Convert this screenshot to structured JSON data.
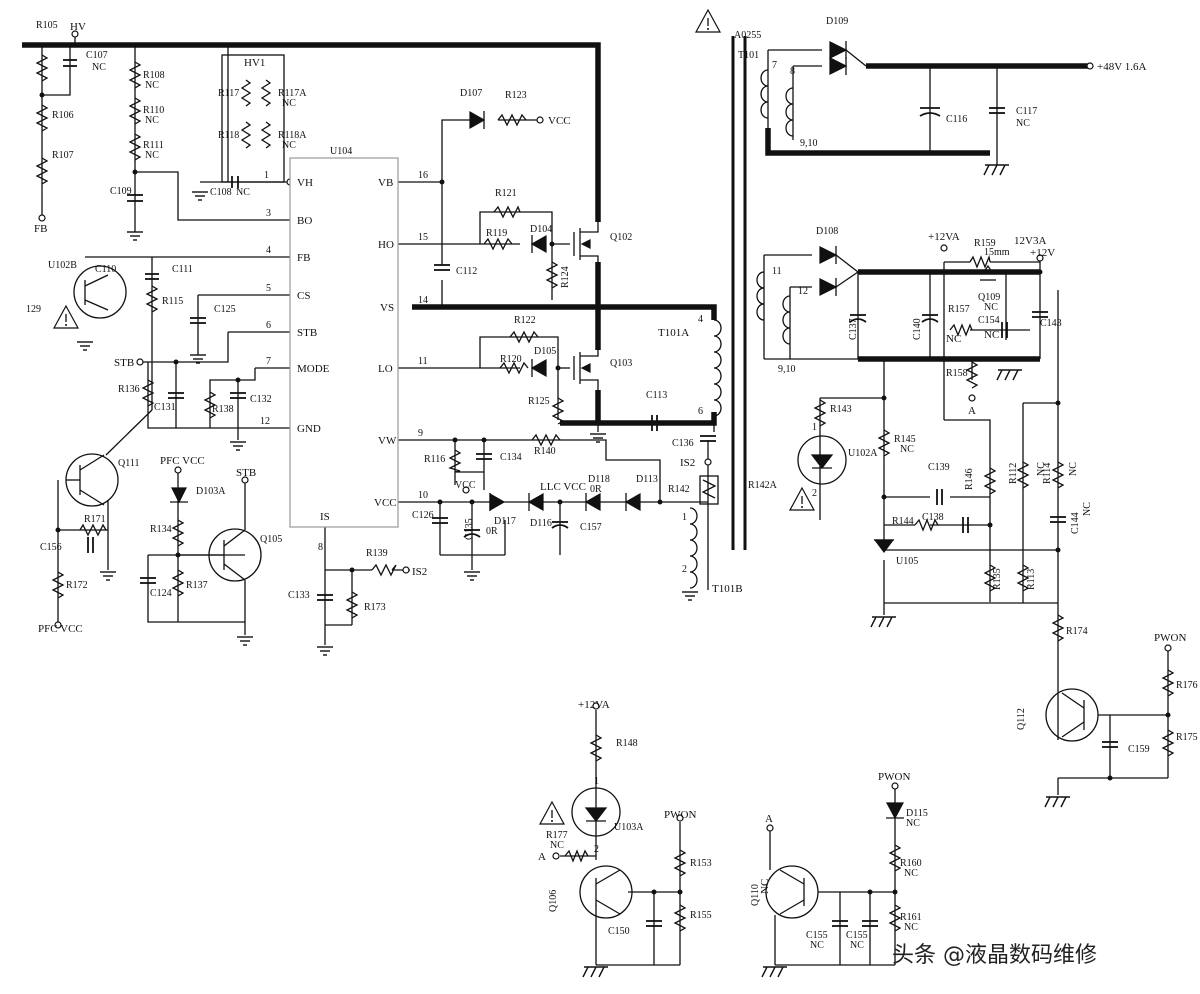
{
  "ic_u104": {
    "name": "U104",
    "pins_left": [
      {
        "num": "",
        "label": "VH"
      },
      {
        "num": "3",
        "label": "BO"
      },
      {
        "num": "4",
        "label": "FB"
      },
      {
        "num": "5",
        "label": "CS"
      },
      {
        "num": "6",
        "label": "STB"
      },
      {
        "num": "7",
        "label": "MODE"
      },
      {
        "num": "12",
        "label": "GND"
      }
    ],
    "pins_right": [
      {
        "num": "16",
        "label": "VB"
      },
      {
        "num": "15",
        "label": "HO"
      },
      {
        "num": "14",
        "label": "VS"
      },
      {
        "num": "11",
        "label": "LO"
      },
      {
        "num": "9",
        "label": "VW"
      },
      {
        "num": "10",
        "label": "VCC"
      }
    ],
    "pin_is": {
      "num": "8",
      "label": "IS"
    }
  },
  "nets": {
    "hv": "HV",
    "fb": "FB",
    "vcc_a": "VCC",
    "vcc_b": "VCC",
    "llc_vcc": "LLC VCC",
    "pfc_vcc_top": "PFC VCC",
    "pfc_vcc_bottom": "PFC VCC",
    "stb_a": "STB",
    "stb_b": "STB",
    "is2_a": "IS2",
    "is2_b": "IS2",
    "v48": "+48V 1.6A",
    "v12va_top": "+12VA",
    "v12va_bottom": "+12VA",
    "v12v": "+12V",
    "v12v3a": "12V3A",
    "pwon_a": "PWON",
    "pwon_b": "PWON",
    "pwon_c": "PWON",
    "a_net_1": "A",
    "a_net_2": "A",
    "a_net_3": "A",
    "hv1": "HV1",
    "a0255": "A0255",
    "num_129": "129"
  },
  "labels": {
    "R105": "R105",
    "C107": "C107",
    "C107_nc": "NC",
    "R106": "R106",
    "R107": "R107",
    "R108": "R108",
    "R108_nc": "NC",
    "R110": "R110",
    "R110_nc": "NC",
    "R111": "R111",
    "R111_nc": "NC",
    "C109": "C109",
    "R117": "R117",
    "R117A": "R117A",
    "R117A_nc": "NC",
    "R118": "R118",
    "R118A": "R118A",
    "R118A_nc": "NC",
    "C108": "C108",
    "C108_nc": "NC",
    "pin1": "1",
    "U102B": "U102B",
    "C110": "C110",
    "C111": "C111",
    "R115": "R115",
    "C125": "C125",
    "R136": "R136",
    "C131": "C131",
    "R138": "R138",
    "C132": "C132",
    "Q111": "Q111",
    "R171": "R171",
    "C156": "C156",
    "R172": "R172",
    "D103A": "D103A",
    "R134": "R134",
    "C124": "C124",
    "R137": "R137",
    "Q105": "Q105",
    "D107": "D107",
    "R123": "R123",
    "R121": "R121",
    "R119": "R119",
    "D104": "D104",
    "R124": "R124",
    "Q102": "Q102",
    "C112": "C112",
    "R122": "R122",
    "R120": "R120",
    "D105": "D105",
    "Q103": "Q103",
    "R125": "R125",
    "C113": "C113",
    "T101A": "T101A",
    "t101a_4": "4",
    "t101a_6": "6",
    "C136": "C136",
    "R116": "R116",
    "C134": "C134",
    "R140": "R140",
    "D118": "D118",
    "D118_0r": "0R",
    "D113": "D113",
    "R142": "R142",
    "R142A": "R142A",
    "C126": "C126",
    "C135": "C135",
    "D117": "D117",
    "D117_0r": "0R",
    "D116": "D116",
    "C157": "C157",
    "T101B": "T101B",
    "t101b_1": "1",
    "t101b_2": "2",
    "R139": "R139",
    "C133": "C133",
    "R173": "R173",
    "T101": "T101",
    "D109": "D109",
    "C116": "C116",
    "C117": "C117",
    "C117_nc": "NC",
    "t7": "7",
    "t8": "8",
    "t910_a": "9,10",
    "D108": "D108",
    "R159": "R159",
    "R159_15mm": "15mm",
    "Q109": "Q109",
    "Q109_nc": "NC",
    "C137": "C137",
    "C140": "C140",
    "R157": "R157",
    "R157_nc": "NC",
    "C154": "C154",
    "C154_nc": "NC",
    "C143": "C143",
    "t11": "11",
    "t12": "12",
    "t910_b": "9,10",
    "R158": "R158",
    "R143": "R143",
    "U102A": "U102A",
    "u102a_1": "1",
    "u102a_2": "2",
    "R145": "R145",
    "R145_nc": "NC",
    "C139": "C139",
    "R146": "R146",
    "R144": "R144",
    "C138": "C138",
    "U105": "U105",
    "R112": "R112",
    "R112_nc": "NC",
    "R114": "R114",
    "R114_nc": "NC",
    "C144": "C144",
    "C144_nc": "NC",
    "R135": "R135",
    "R113": "R113",
    "R174": "R174",
    "Q112": "Q112",
    "C159": "C159",
    "R176": "R176",
    "R175": "R175",
    "R148": "R148",
    "U103A": "U103A",
    "u103a_1": "1",
    "u103a_2": "2",
    "R177": "R177",
    "R177_nc": "NC",
    "Q106": "Q106",
    "C150": "C150",
    "R153": "R153",
    "R155": "R155",
    "Q110": "Q110",
    "Q110_nc": "NC",
    "D115": "D115",
    "D115_nc": "NC",
    "R160": "R160",
    "R160_nc": "NC",
    "R161": "R161",
    "R161_nc": "NC",
    "C155": "C155",
    "C155_nc": "NC",
    "C155b": "C155",
    "C155b_nc": "NC"
  },
  "watermark": "头条 @液晶数码维修"
}
